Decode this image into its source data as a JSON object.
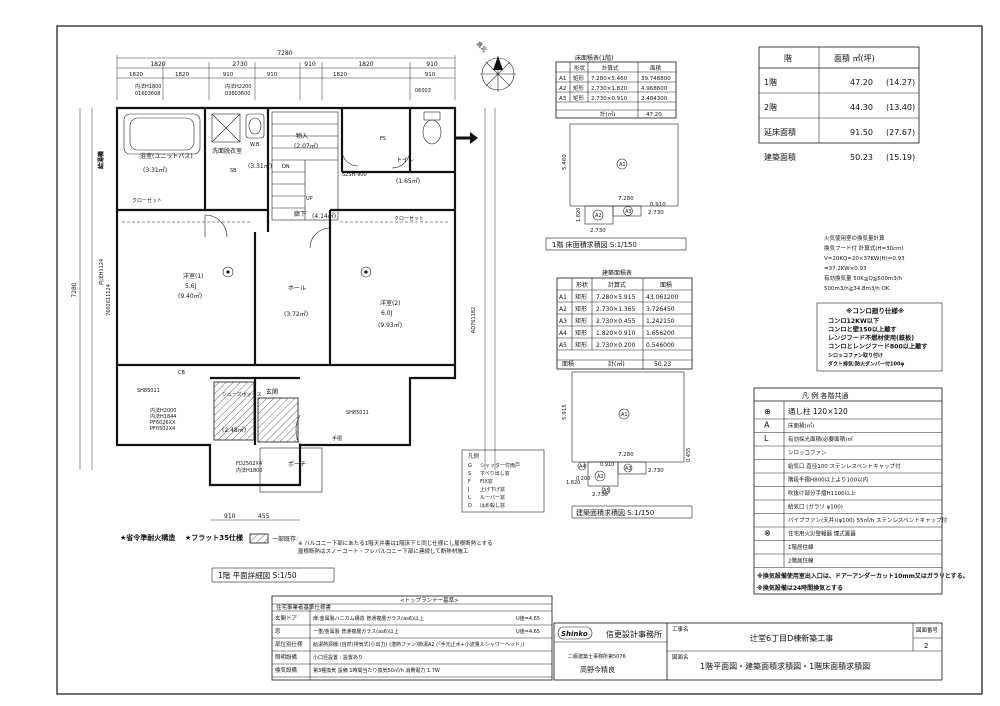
{
  "overall": {
    "dim_top_total": "7280",
    "dim_top_parts": [
      "1820",
      "2730",
      "910",
      "1820",
      "910"
    ],
    "dim_top_sub": [
      "1820",
      "1820",
      "910",
      "910",
      "1820",
      "910"
    ],
    "dim_left_total": "7280",
    "dim_bottom": [
      "910",
      "455"
    ],
    "window_labels_top": [
      "内法H1800",
      "01603608",
      "内法H2200",
      "03603600",
      "06003"
    ],
    "window_labels_left": [
      "給湯機",
      "内法H1124",
      "7602611124"
    ],
    "window_labels_right": [
      "AD761182"
    ],
    "window_labels_bottom": [
      "SH85011",
      "SH85011",
      "FD2502X4",
      "内法H1800",
      "内法H2000",
      "内法H1844",
      "PF6026XX",
      "PF0502X4"
    ],
    "north_label": "真北"
  },
  "rooms": [
    {
      "name": "浴室(ユニットバス)",
      "area": "(3.31㎡)"
    },
    {
      "name": "洗面脱衣室",
      "area": "(3.31㎡)"
    },
    {
      "name": "トイレ",
      "area": "(1.65㎡)"
    },
    {
      "name": "廊下",
      "area": "(4.14㎡)"
    },
    {
      "name": "洋室(1)",
      "sub": "5.6J",
      "area": "(9.40㎡)"
    },
    {
      "name": "ホール",
      "area": "(3.72㎡)"
    },
    {
      "name": "洋室(2)",
      "sub": "6.0J",
      "area": "(9.93㎡)"
    },
    {
      "name": "玄関",
      "area": "(2.48㎡)"
    },
    {
      "name": "ポーチ",
      "area": ""
    },
    {
      "name": "シューズボックス",
      "area": ""
    },
    {
      "name": "物入",
      "area": "(2.07㎡)"
    }
  ],
  "plan_small_labels": [
    "クローゼット",
    "クローゼット",
    "SB",
    "UP",
    "S2SH-900",
    "DN",
    "FS",
    "CB",
    "W.B",
    "手摺"
  ],
  "plan_legend_box": {
    "title": "凡例",
    "rows": [
      {
        "sym": "G",
        "text": "シャッター付雨戸"
      },
      {
        "sym": "S",
        "text": "すべり出し窓"
      },
      {
        "sym": "F",
        "text": "FIX窓"
      },
      {
        "sym": "J",
        "text": "上げ下げ窓"
      },
      {
        "sym": "L",
        "text": "ルーバー窓"
      },
      {
        "sym": "D",
        "text": "はめ殺し窓"
      }
    ]
  },
  "spec_notes": {
    "fire": "★省令準耐火構造",
    "flat35": "★フラット35仕様",
    "note1": "一部既存:",
    "note2": "※ バルコニー下部にあたる1階天井裏は1階床下と同じ仕様にし屋根断熱とする",
    "note3": "屋根断熱はスノーコート・フレバルコニー下部に連続して断熱材施工"
  },
  "plan_title": "1階  平面詳細図  S:1/50",
  "floor_area_table": {
    "headers": [
      "階",
      "面積 ㎡(坪)"
    ],
    "rows": [
      [
        "1階",
        "47.20",
        "(14.27)"
      ],
      [
        "2階",
        "44.30",
        "(13.40)"
      ],
      [
        "延床面積",
        "91.50",
        "(27.67)"
      ],
      [
        "建築面積",
        "50.23",
        "(15.19)"
      ]
    ]
  },
  "floor1_calc": {
    "title": "床面積表(1階)",
    "headers": [
      "",
      "形状",
      "計算式",
      "面積"
    ],
    "rows": [
      [
        "A1",
        "矩形",
        "7.280×5.460",
        "39.748800"
      ],
      [
        "A2",
        "矩形",
        "2.730×1.820",
        "4.968600"
      ],
      [
        "A3",
        "矩形",
        "2.730×0.910",
        "2.484300"
      ]
    ],
    "total_label": "計(㎡)",
    "total": "47.20",
    "diagram_dims": [
      "5.460",
      "7.280",
      "1.820",
      "2.730",
      "2.730",
      "0.910"
    ],
    "diagram_labels": [
      "A1",
      "A2",
      "A3"
    ],
    "caption": "1階  床面積求積図  S:1/150"
  },
  "building_calc": {
    "title": "建築面積表",
    "headers": [
      "",
      "形状",
      "計算式",
      "面積"
    ],
    "rows": [
      [
        "A1",
        "矩形",
        "7.280×5.915",
        "43.061200"
      ],
      [
        "A2",
        "矩形",
        "2.730×1.365",
        "3.726450"
      ],
      [
        "A3",
        "矩形",
        "2.730×0.455",
        "1.242150"
      ],
      [
        "A4",
        "矩形",
        "1.820×0.910",
        "1.656200"
      ],
      [
        "A5",
        "矩形",
        "2.730×0.200",
        "0.546000"
      ]
    ],
    "total_label": "計(㎡)",
    "total_prefix": "面積",
    "total": "50.23",
    "diagram_dims": [
      "5.915",
      "7.280",
      "1.820",
      "2.730",
      "2.730",
      "0.455",
      "0.200",
      "0.910"
    ],
    "diagram_labels": [
      "A1",
      "A2",
      "A3",
      "A4",
      "A5"
    ],
    "caption": "建築面積求積図  S:1/150"
  },
  "ventilation_note": {
    "lines": [
      "火気使用室の換気量計算",
      "換気フード付 計算式(H=30cm)",
      "V=20KQ=20×37KW(H)=0.93",
      "=37.2KW×0.93",
      "有効換気量 50K≦Q≦500m3/h",
      "500m3/h≧34.8m3/h OK"
    ]
  },
  "konro_spec": {
    "title": "※コンロ廻り仕様※",
    "lines": [
      "コンロ12KW以下",
      "コンロと壁150以上離す",
      "レンジフード不燃材使用(鉄板)",
      "コンロとレンジフード800以上離す",
      "シロッコファン取り付け",
      "ダクト排気:防火ダンパー付100φ"
    ]
  },
  "legend": {
    "title": "凡    例        各階共通",
    "rows": [
      {
        "sym": "⊕",
        "text": "通し柱 120×120"
      },
      {
        "sym": "A",
        "text": "床面積(㎡)"
      },
      {
        "sym": "L",
        "text": "有効採光面積(必要面積)㎡"
      },
      {
        "sym": "",
        "text": "シロッコファン"
      },
      {
        "sym": "",
        "text": "給気口  直径100  ステンレスベントキャップ付"
      },
      {
        "sym": "",
        "text": "階段手摺H800以上より100以内"
      },
      {
        "sym": "",
        "text": "吹抜け部分手摺H1100以上"
      },
      {
        "sym": "",
        "text": "給気口  (ガラリ φ100)"
      },
      {
        "sym": "",
        "text": "パイプファン(天井)(φ100) 55㎥/h  ステンレスベントキャップ付"
      },
      {
        "sym": "⊗",
        "text": "住宅用火災警報器  煙式置器"
      },
      {
        "sym": "",
        "text": "1階居住線"
      },
      {
        "sym": "",
        "text": "2階居住線"
      }
    ],
    "notes": [
      "※換気設備使用室出入口は、ドアーアンダーカット10mm又はガラリとする。",
      "※換気設備は24時間換気とする"
    ]
  },
  "energy_table": {
    "title": "<トップランナー基準>",
    "head": "住宅事業者基準仕様書",
    "rows": [
      [
        "玄関ドア",
        "扉:金属製ハニカム構造  普通複層ガラス(as6)以上",
        "U値=4.65"
      ],
      [
        "窓",
        "一重/金属製  普通複層ガラス(as6)以上",
        "U値=4.65"
      ],
      [
        "部位別仕様",
        "給湯熱源機:(自然)排気式(小出力) (潜熱ファン)節湯A2 (「手元止水+小流量ルシャワーヘッド」)",
        ""
      ],
      [
        "照明設備",
        "小口径設置 : 設置あり",
        ""
      ],
      [
        "換気設備",
        "第3種換気 設備  1時間当たり換気50㎥/h 消費電力 1.7W",
        ""
      ]
    ]
  },
  "title_block": {
    "logo": "Shinko",
    "company": "信更設計事務所",
    "registration": "二級建築士事務所第5076",
    "architect": "高野今精良",
    "project_label": "工事名",
    "project": "辻堂6丁目D棟新築工事",
    "drawing_label": "図面名",
    "drawing": "1階平面図・建築面積求積図・1階床面積求積図",
    "number_label": "図面番号",
    "number": "2"
  }
}
